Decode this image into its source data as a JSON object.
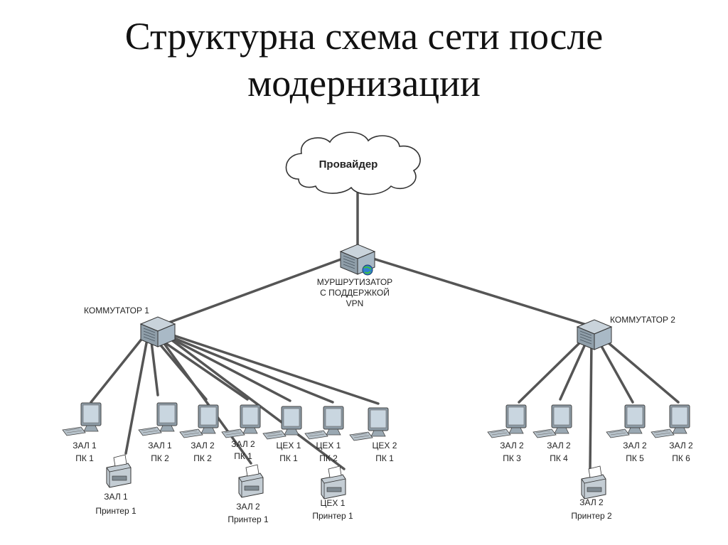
{
  "title": {
    "line1": "Структурна схема сети после",
    "line2": "модернизации"
  },
  "nodes": {
    "provider": "Провайдер",
    "router": [
      "МУРШРУТИЗАТОР",
      "С ПОДДЕРЖКОЙ",
      "VPN"
    ],
    "switch1": "КОММУТАТОР 1",
    "switch2": "КОММУТАТОР 2",
    "pc_zal1_1": [
      "ЗАЛ 1",
      "ПК 1"
    ],
    "pc_zal1_2": [
      "ЗАЛ 1",
      "ПК 2"
    ],
    "pc_zal2_2": [
      "ЗАЛ 2",
      "ПК 2"
    ],
    "pc_zal2_1": [
      "ЗАЛ 2",
      "ПК 1"
    ],
    "pc_ceh1_1": [
      "ЦЕХ 1",
      "ПК 1"
    ],
    "pc_ceh1_2": [
      "ЦЕХ 1",
      "ПК 2"
    ],
    "pc_ceh2_1": [
      "ЦЕХ 2",
      "ПК 1"
    ],
    "pc_zal2_3": [
      "ЗАЛ 2",
      "ПК 3"
    ],
    "pc_zal2_4": [
      "ЗАЛ 2",
      "ПК 4"
    ],
    "pc_zal2_5": [
      "ЗАЛ 2",
      "ПК 5"
    ],
    "pc_zal2_6": [
      "ЗАЛ 2",
      "ПК 6"
    ],
    "printer_zal1": [
      "ЗАЛ 1",
      "Принтер 1"
    ],
    "printer_zal2": [
      "ЗАЛ 2",
      "Принтер 1"
    ],
    "printer_ceh1": [
      "ЦЕХ 1",
      "Принтер 1"
    ],
    "printer_zal2_2": [
      "ЗАЛ 2",
      "Принтер 2"
    ]
  },
  "colors": {
    "link": "#555555",
    "device_body": "#a9b9c6",
    "monitor_screen": "#c9d6e0"
  }
}
